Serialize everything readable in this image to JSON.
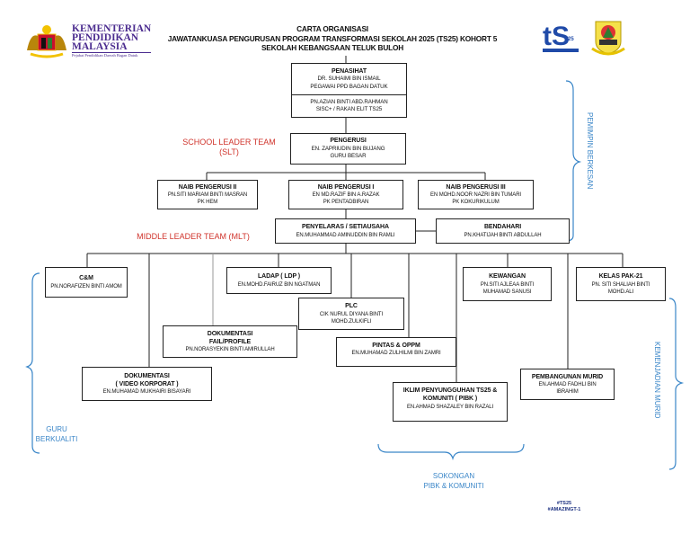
{
  "header": {
    "title_line1": "CARTA ORGANISASI",
    "title_line2": "JAWATANKUASA PENGURUSAN PROGRAM TRANSFORMASI SEKOLAH 2025 (TS25) KOHORT 5",
    "title_line3": "SEKOLAH KEBANGSAAN TELUK BULOH"
  },
  "logos": {
    "kpm": {
      "line1": "KEMENTERIAN",
      "line2": "PENDIDIKAN",
      "line3": "MALAYSIA",
      "sub": "Pejabat Pendidikan Daerah Bagan Datuk",
      "icon": "malaysia-coat-of-arms-icon"
    },
    "ts25": {
      "label": "25",
      "icon": "ts25-logo-icon"
    },
    "school": {
      "icon": "school-crest-icon"
    }
  },
  "section_labels": {
    "slt": "SCHOOL LEADER TEAM",
    "slt_abbr": "(SLT)",
    "mlt": "MIDDLE LEADER TEAM (MLT)",
    "pemimpin": "PEMIMPIN BERKESAN",
    "kemenjadian": "KEMENJADIAN MURID",
    "guru_line1": "GURU",
    "guru_line2": "BERKUALITI",
    "sokongan_line1": "SOKONGAN",
    "sokongan_line2": "PIBK & KOMUNITI"
  },
  "colors": {
    "red": "#d0342c",
    "blue": "#3a86c8",
    "line": "#222222"
  },
  "nodes": {
    "penasihat": {
      "title": "PENASIHAT",
      "line1": "DR. SUHAIMI BIN ISMAIL",
      "line2": "PEGAWAI PPD BAGAN DATUK"
    },
    "sisc": {
      "line1": "PN.AZIAN BINTI ABD.RAHMAN",
      "line2": "SISC+ / RAKAN ELIT TS25"
    },
    "pengerusi": {
      "title": "PENGERUSI",
      "line1": "EN. ZAPRIUDIN BIN BUJANG",
      "line2": "GURU BESAR"
    },
    "naib2": {
      "title": "NAIB PENGERUSI II",
      "line1": "PN.SITI MARIAM BINTI MASRAN",
      "line2": "PK HEM"
    },
    "naib1": {
      "title": "NAIB PENGERUSI I",
      "line1": "EN MD.RAZIF BIN A.RAZAK",
      "line2": "PK PENTADBIRAN"
    },
    "naib3": {
      "title": "NAIB PENGERUSI III",
      "line1": "EN MOHD.NOOR NAZRI BIN TUMARI",
      "line2": "PK KOKURIKULUM"
    },
    "penyelaras": {
      "title": "PENYELARAS / SETIAUSAHA",
      "line1": "EN.MUHAMMAD AMINUDDIN BIN RAMLI"
    },
    "bendahari": {
      "title": "BENDAHARI",
      "line1": "PN.KHATIJAH BINTI ABDULLAH"
    },
    "cm": {
      "title": "C&M",
      "line1": "PN.NORAFIZEN BINTI AMOM"
    },
    "ladap": {
      "title": "LADAP ( LDP )",
      "line1": "EN.MOHD.FAIRUZ BIN NGATMAN"
    },
    "kewangan": {
      "title": "KEWANGAN",
      "line1": "PN.SITI AJLEAA BINTI",
      "line2": "MUHAMAD SANUSI"
    },
    "kelas": {
      "title": "KELAS PAK-21",
      "line1": "PN. SITI SHALIAH BINTI",
      "line2": "MOHD.ALI"
    },
    "plc": {
      "title": "PLC",
      "line1": "CIK NURUL DIYANA BINTI",
      "line2": "MOHD.ZULKIFLI"
    },
    "dokfail": {
      "title": "DOKUMENTASI",
      "title2": "FAIL/PROFILE",
      "line1": "PN.NORASYEKIN BINTI AMIRULLAH"
    },
    "pintas": {
      "title": "PINTAS & OPPM",
      "line1": "EN.MUHAMAD ZULHILMI BIN ZAMRI"
    },
    "dokvideo": {
      "title": "DOKUMENTASI",
      "title2": "( VIDEO KORPORAT )",
      "line1": "EN.MUHAMAD MUKHAIRI BISAYARI"
    },
    "iklim": {
      "title": "IKLIM PENYUNGGUHAN TS25  &",
      "title2": "KOMUNITI ( PIBK )",
      "line1": "EN.AHMAD SHAZALEY BIN RAZALI"
    },
    "pembangunan": {
      "title": "PEMBANGUNAN MURID",
      "line1": "EN.AHMAD FADHLI BIN",
      "line2": "IBRAHIM"
    }
  },
  "footer": {
    "tag1": "#TS25",
    "tag2": "#AMAZINGT-1"
  }
}
